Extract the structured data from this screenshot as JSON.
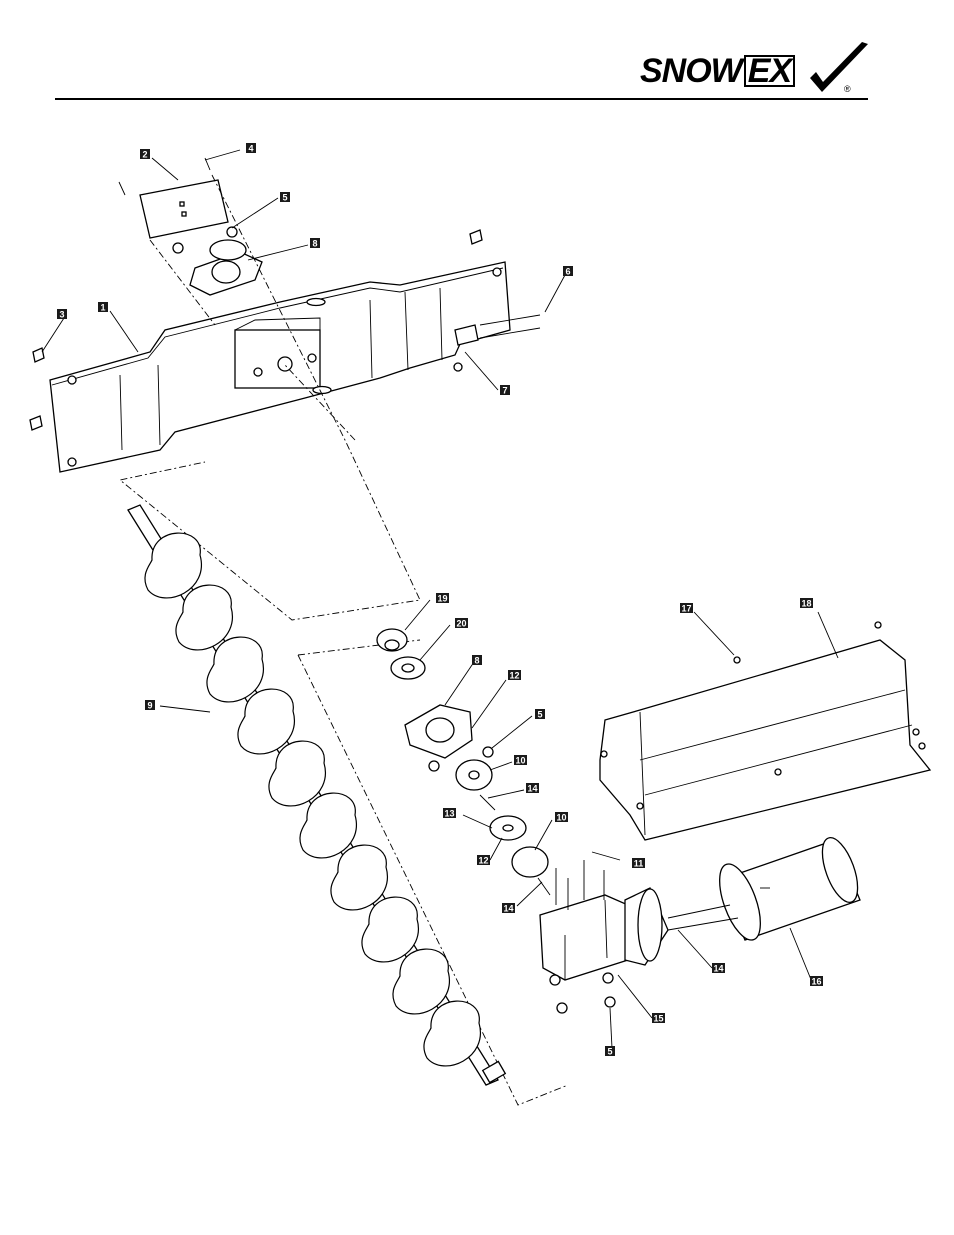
{
  "header": {
    "brand_main": "SNOW",
    "brand_suffix": "EX",
    "registered_mark": "®"
  },
  "callouts": [
    {
      "id": "c1",
      "label": "1"
    },
    {
      "id": "c2",
      "label": "2"
    },
    {
      "id": "c3",
      "label": "3"
    },
    {
      "id": "c4",
      "label": "4"
    },
    {
      "id": "c5a",
      "label": "5"
    },
    {
      "id": "c6",
      "label": "6"
    },
    {
      "id": "c7",
      "label": "7"
    },
    {
      "id": "c8a",
      "label": "8"
    },
    {
      "id": "c9",
      "label": "9"
    },
    {
      "id": "c19",
      "label": "19"
    },
    {
      "id": "c20",
      "label": "20"
    },
    {
      "id": "c8b",
      "label": "8"
    },
    {
      "id": "c12a",
      "label": "12"
    },
    {
      "id": "c5b",
      "label": "5"
    },
    {
      "id": "c10a",
      "label": "10"
    },
    {
      "id": "c14a",
      "label": "14"
    },
    {
      "id": "c13",
      "label": "13"
    },
    {
      "id": "c10b",
      "label": "10"
    },
    {
      "id": "c12b",
      "label": "12"
    },
    {
      "id": "c11",
      "label": "11"
    },
    {
      "id": "c14b",
      "label": "14"
    },
    {
      "id": "c14c",
      "label": "14"
    },
    {
      "id": "c16",
      "label": "16"
    },
    {
      "id": "c15",
      "label": "15"
    },
    {
      "id": "c5c",
      "label": "5"
    },
    {
      "id": "c17",
      "label": "17"
    },
    {
      "id": "c18",
      "label": "18"
    }
  ]
}
